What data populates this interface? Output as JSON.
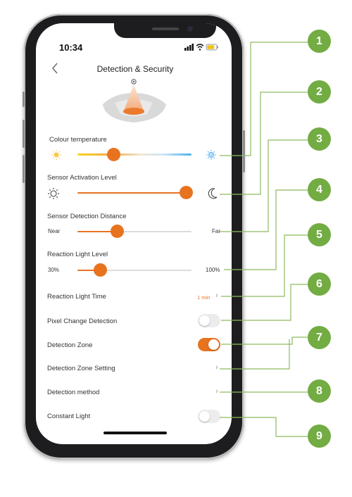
{
  "status_bar": {
    "time": "10:34"
  },
  "header": {
    "title": "Detection & Security"
  },
  "colour_temperature": {
    "label": "Colour temperature",
    "value_fraction": 0.32
  },
  "sensor_activation_level": {
    "label": "Sensor Activation Level",
    "value_fraction": 1.0
  },
  "sensor_detection_distance": {
    "label": "Sensor Detection Distance",
    "min_label": "Near",
    "max_label": "Far",
    "value_fraction": 0.35
  },
  "reaction_light_level": {
    "label": "Reaction Light Level",
    "min_label": "30%",
    "max_label": "100%",
    "value_fraction": 0.2
  },
  "settings": {
    "reaction_light_time": {
      "label": "Reaction Light Time",
      "value": "1 min"
    },
    "pixel_change_detection": {
      "label": "Pixel Change Detection",
      "enabled": false
    },
    "detection_zone": {
      "label": "Detection Zone",
      "enabled": true
    },
    "detection_zone_setting": {
      "label": "Detection Zone Setting"
    },
    "detection_method": {
      "label": "Detection method"
    },
    "constant_light": {
      "label": "Constant Light",
      "enabled": false
    }
  },
  "callouts": [
    "1",
    "2",
    "3",
    "4",
    "5",
    "6",
    "7",
    "8",
    "9"
  ],
  "colors": {
    "accent": "#e8731f",
    "callout": "#72ac42",
    "callout_line": "#8dbb5e"
  },
  "icons": {
    "back": "chevron-left-icon",
    "sensor": "sensor-illustration",
    "warm": "warm-light-icon",
    "cool": "cool-light-icon",
    "sun": "sun-icon",
    "moon": "moon-icon",
    "chevron": "chevron-right-icon"
  }
}
